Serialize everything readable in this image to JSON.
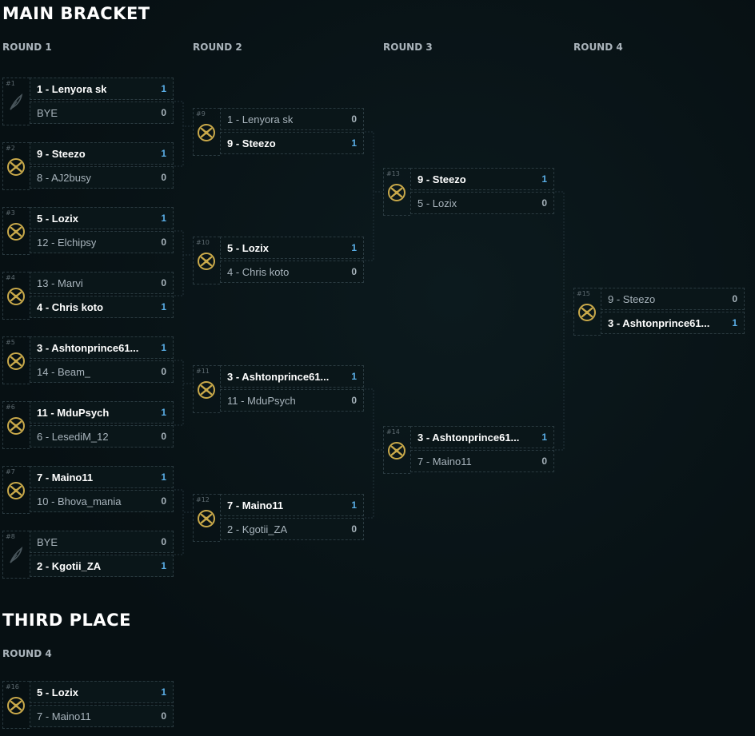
{
  "main_title": "MAIN BRACKET",
  "third_title": "THIRD PLACE",
  "rounds": [
    "ROUND 1",
    "ROUND 2",
    "ROUND 3",
    "ROUND 4"
  ],
  "third_round": "ROUND 4",
  "matches": [
    {
      "num": "#1",
      "icon": "feather-icon",
      "teams": [
        {
          "name": "1 - Lenyora sk",
          "score": "1",
          "win": true
        },
        {
          "name": "BYE",
          "score": "0",
          "win": false
        }
      ]
    },
    {
      "num": "#2",
      "icon": "game-logo-icon",
      "teams": [
        {
          "name": "9 - Steezo",
          "score": "1",
          "win": true
        },
        {
          "name": "8 - AJ2busy",
          "score": "0",
          "win": false
        }
      ]
    },
    {
      "num": "#3",
      "icon": "game-logo-icon",
      "teams": [
        {
          "name": "5 - Lozix",
          "score": "1",
          "win": true
        },
        {
          "name": "12 - Elchipsy",
          "score": "0",
          "win": false
        }
      ]
    },
    {
      "num": "#4",
      "icon": "game-logo-icon",
      "teams": [
        {
          "name": "13 - Marvi",
          "score": "0",
          "win": false
        },
        {
          "name": "4 - Chris koto",
          "score": "1",
          "win": true
        }
      ]
    },
    {
      "num": "#5",
      "icon": "game-logo-icon",
      "teams": [
        {
          "name": "3 - Ashtonprince61...",
          "score": "1",
          "win": true
        },
        {
          "name": "14 - Beam_",
          "score": "0",
          "win": false
        }
      ]
    },
    {
      "num": "#6",
      "icon": "game-logo-icon",
      "teams": [
        {
          "name": "11 - MduPsych",
          "score": "1",
          "win": true
        },
        {
          "name": "6 - LesediM_12",
          "score": "0",
          "win": false
        }
      ]
    },
    {
      "num": "#7",
      "icon": "game-logo-icon",
      "teams": [
        {
          "name": "7 - Maino11",
          "score": "1",
          "win": true
        },
        {
          "name": "10 - Bhova_mania",
          "score": "0",
          "win": false
        }
      ]
    },
    {
      "num": "#8",
      "icon": "feather-icon",
      "teams": [
        {
          "name": "BYE",
          "score": "0",
          "win": false
        },
        {
          "name": "2 - Kgotii_ZA",
          "score": "1",
          "win": true
        }
      ]
    },
    {
      "num": "#9",
      "icon": "game-logo-icon",
      "teams": [
        {
          "name": "1 - Lenyora sk",
          "score": "0",
          "win": false
        },
        {
          "name": "9 - Steezo",
          "score": "1",
          "win": true
        }
      ]
    },
    {
      "num": "#10",
      "icon": "game-logo-icon",
      "teams": [
        {
          "name": "5 - Lozix",
          "score": "1",
          "win": true
        },
        {
          "name": "4 - Chris koto",
          "score": "0",
          "win": false
        }
      ]
    },
    {
      "num": "#11",
      "icon": "game-logo-icon",
      "teams": [
        {
          "name": "3 - Ashtonprince61...",
          "score": "1",
          "win": true
        },
        {
          "name": "11 - MduPsych",
          "score": "0",
          "win": false
        }
      ]
    },
    {
      "num": "#12",
      "icon": "game-logo-icon",
      "teams": [
        {
          "name": "7 - Maino11",
          "score": "1",
          "win": true
        },
        {
          "name": "2 - Kgotii_ZA",
          "score": "0",
          "win": false
        }
      ]
    },
    {
      "num": "#13",
      "icon": "game-logo-icon",
      "teams": [
        {
          "name": "9 - Steezo",
          "score": "1",
          "win": true
        },
        {
          "name": "5 - Lozix",
          "score": "0",
          "win": false
        }
      ]
    },
    {
      "num": "#14",
      "icon": "game-logo-icon",
      "teams": [
        {
          "name": "3 - Ashtonprince61...",
          "score": "1",
          "win": true
        },
        {
          "name": "7 - Maino11",
          "score": "0",
          "win": false
        }
      ]
    },
    {
      "num": "#15",
      "icon": "game-logo-icon",
      "teams": [
        {
          "name": "9 - Steezo",
          "score": "0",
          "win": false
        },
        {
          "name": "3 - Ashtonprince61...",
          "score": "1",
          "win": true
        }
      ]
    },
    {
      "num": "#16",
      "icon": "game-logo-icon",
      "teams": [
        {
          "name": "5 - Lozix",
          "score": "1",
          "win": true
        },
        {
          "name": "7 - Maino11",
          "score": "0",
          "win": false
        }
      ]
    }
  ],
  "colors": {
    "background": "#081215",
    "winner_score": "#5aaee6",
    "icon_gold": "#c9a94a"
  }
}
